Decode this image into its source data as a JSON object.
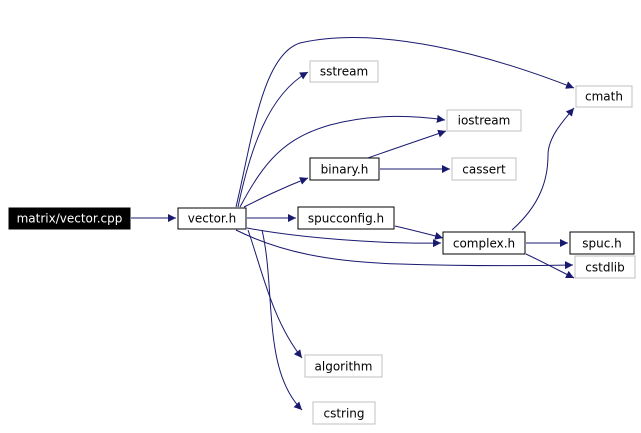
{
  "colors": {
    "edge": "#191970",
    "root_fill": "#000000",
    "root_text": "#ffffff",
    "node_border": "#000000",
    "external_border": "#c0c0c0",
    "node_fill": "#ffffff",
    "text": "#000000"
  },
  "nodes": {
    "matrix_vector_cpp": {
      "label": "matrix/vector.cpp",
      "kind": "root"
    },
    "vector_h": {
      "label": "vector.h",
      "kind": "header"
    },
    "binary_h": {
      "label": "binary.h",
      "kind": "header"
    },
    "spucconfig_h": {
      "label": "spucconfig.h",
      "kind": "header"
    },
    "complex_h": {
      "label": "complex.h",
      "kind": "header"
    },
    "spuc_h": {
      "label": "spuc.h",
      "kind": "header"
    },
    "sstream": {
      "label": "sstream",
      "kind": "external"
    },
    "iostream": {
      "label": "iostream",
      "kind": "external"
    },
    "cassert": {
      "label": "cassert",
      "kind": "external"
    },
    "cmath": {
      "label": "cmath",
      "kind": "external"
    },
    "cstdlib": {
      "label": "cstdlib",
      "kind": "external"
    },
    "algorithm": {
      "label": "algorithm",
      "kind": "external"
    },
    "cstring": {
      "label": "cstring",
      "kind": "external"
    }
  },
  "edges": [
    {
      "from": "matrix_vector_cpp",
      "to": "vector_h"
    },
    {
      "from": "vector_h",
      "to": "cmath"
    },
    {
      "from": "vector_h",
      "to": "sstream"
    },
    {
      "from": "vector_h",
      "to": "iostream"
    },
    {
      "from": "vector_h",
      "to": "binary_h"
    },
    {
      "from": "vector_h",
      "to": "spucconfig_h"
    },
    {
      "from": "vector_h",
      "to": "complex_h"
    },
    {
      "from": "vector_h",
      "to": "cstdlib"
    },
    {
      "from": "vector_h",
      "to": "algorithm"
    },
    {
      "from": "vector_h",
      "to": "cstring"
    },
    {
      "from": "binary_h",
      "to": "iostream"
    },
    {
      "from": "binary_h",
      "to": "cassert"
    },
    {
      "from": "spucconfig_h",
      "to": "complex_h"
    },
    {
      "from": "complex_h",
      "to": "cmath"
    },
    {
      "from": "complex_h",
      "to": "spuc_h"
    },
    {
      "from": "complex_h",
      "to": "cstdlib"
    }
  ]
}
